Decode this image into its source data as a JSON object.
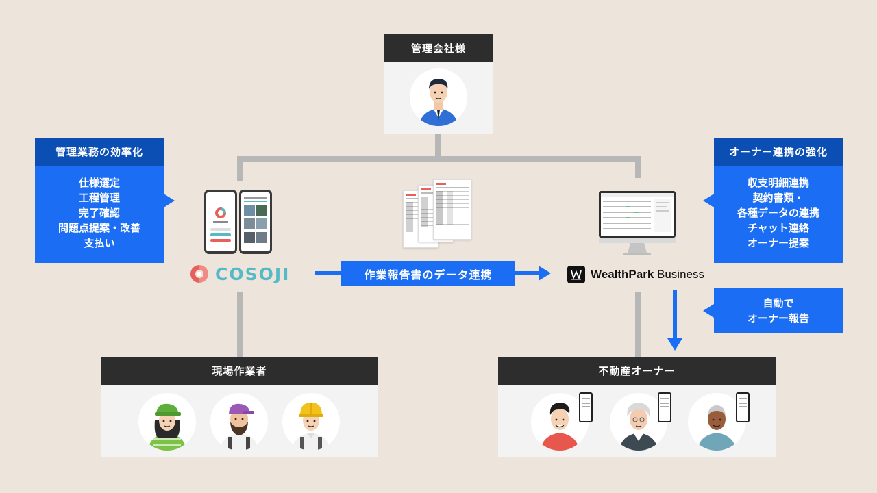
{
  "top": {
    "title": "管理会社様"
  },
  "left_box": {
    "title": "管理業務の効率化",
    "items": [
      "仕様選定",
      "工程管理",
      "完了確認",
      "問題点提案・改善",
      "支払い"
    ]
  },
  "right_box": {
    "title": "オーナー連携の強化",
    "items": [
      "収支明細連携",
      "契約書類・",
      "各種データの連携",
      "チャット連絡",
      "オーナー提案"
    ]
  },
  "auto_box": {
    "lines": [
      "自動で",
      "オーナー報告"
    ]
  },
  "center_label": "作業報告書のデータ連携",
  "cosoji_logo": "COSOJI",
  "wealthpark_logo": {
    "brand": "WealthPark",
    "suffix": " Business"
  },
  "bottom_left": {
    "title": "現場作業者"
  },
  "bottom_right": {
    "title": "不動産オーナー"
  },
  "colors": {
    "accent": "#1b6ef3",
    "accent_dark": "#0b4fb5",
    "header": "#2d2d2d",
    "background": "#ede5dc",
    "connector": "#b7b7b7",
    "cosoji_red": "#e8605a",
    "cosoji_teal": "#55b9c6"
  }
}
